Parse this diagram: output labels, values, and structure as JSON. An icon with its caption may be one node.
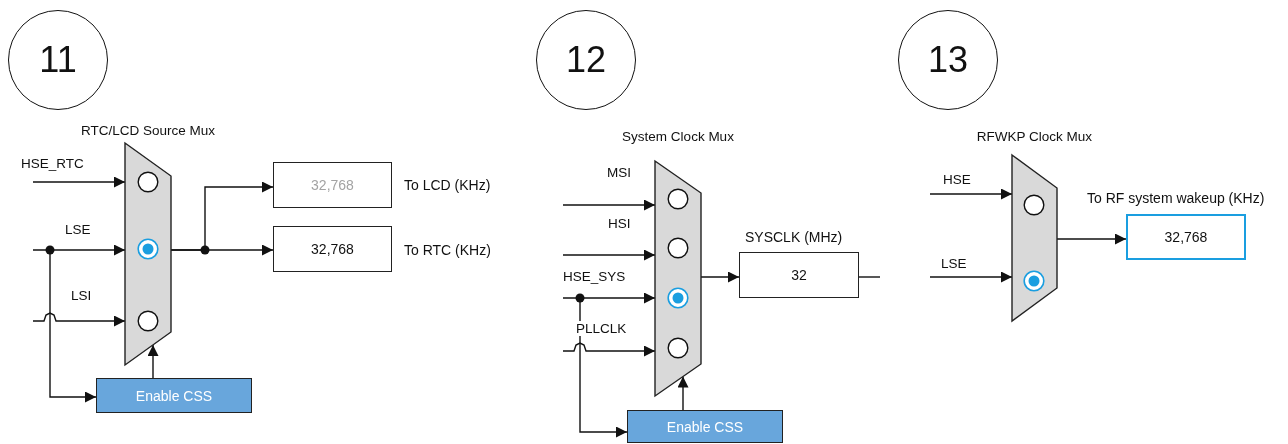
{
  "diagram": {
    "nodes": [
      {
        "text": [
          "11"
        ]
      },
      {
        "text": [
          "RTC/LCD Source Mux"
        ]
      },
      {
        "text": [],
        "shape": "circle",
        "in": 1
      },
      {
        "text": [],
        "shape": "radio",
        "in": 1
      },
      {
        "text": [],
        "shape": "circle",
        "in": 1
      },
      {
        "text": [
          "32,768"
        ],
        "beside": [
          "To LCD (KHz)"
        ]
      },
      {
        "text": [
          "32,768"
        ],
        "beside": [
          "To RTC (KHz)"
        ]
      },
      {
        "text": [
          "Enable CSS"
        ]
      },
      {
        "text": [
          "12"
        ]
      },
      {
        "text": [
          "System Clock Mux"
        ]
      },
      {
        "text": [],
        "shape": "circle",
        "in": 9
      },
      {
        "text": [],
        "shape": "circle",
        "in": 9
      },
      {
        "text": [],
        "shape": "radio",
        "in": 9
      },
      {
        "text": [],
        "shape": "circle",
        "in": 9
      },
      {
        "text": [
          "32"
        ],
        "beside": [
          "SYSCLK (MHz)"
        ]
      },
      {
        "text": [
          "Enable CSS"
        ]
      },
      {
        "text": [
          "13"
        ]
      },
      {
        "text": [
          "RFWKP Clock Mux"
        ]
      },
      {
        "text": [],
        "shape": "circle",
        "in": 17
      },
      {
        "text": [],
        "shape": "radio",
        "in": 17
      },
      {
        "text": [
          "32,768"
        ],
        "beside": [
          "To RF system wakeup (KHz)"
        ]
      }
    ],
    "edges": [
      {
        "from": null,
        "to": 1,
        "arrow": "to",
        "label": "HSE_RTC"
      },
      {
        "from": null,
        "to": 1,
        "arrow": "to",
        "label": "LSE"
      },
      {
        "from": null,
        "to": 1,
        "arrow": "to",
        "label": "LSI"
      },
      {
        "from": null,
        "to": 7,
        "arrow": "to"
      },
      {
        "from": 7,
        "to": 1,
        "arrow": "to"
      },
      {
        "from": 1,
        "to": 5,
        "arrow": "to"
      },
      {
        "from": 1,
        "to": 6,
        "arrow": "to"
      },
      {
        "from": null,
        "to": 9,
        "arrow": "to",
        "label": "MSI"
      },
      {
        "from": null,
        "to": 9,
        "arrow": "to",
        "label": "HSI"
      },
      {
        "from": null,
        "to": 9,
        "arrow": "to",
        "label": "HSE_SYS"
      },
      {
        "from": null,
        "to": 9,
        "arrow": "to",
        "label": "PLLCLK"
      },
      {
        "from": null,
        "to": 15,
        "arrow": "to"
      },
      {
        "from": 15,
        "to": 9,
        "arrow": "to"
      },
      {
        "from": 9,
        "to": 14,
        "arrow": "to"
      },
      {
        "from": 14,
        "to": null,
        "arrow": "none"
      },
      {
        "from": null,
        "to": 17,
        "arrow": "to",
        "label": "HSE"
      },
      {
        "from": null,
        "to": 17,
        "arrow": "to",
        "label": "LSE"
      },
      {
        "from": 17,
        "to": 20,
        "arrow": "to"
      }
    ]
  }
}
